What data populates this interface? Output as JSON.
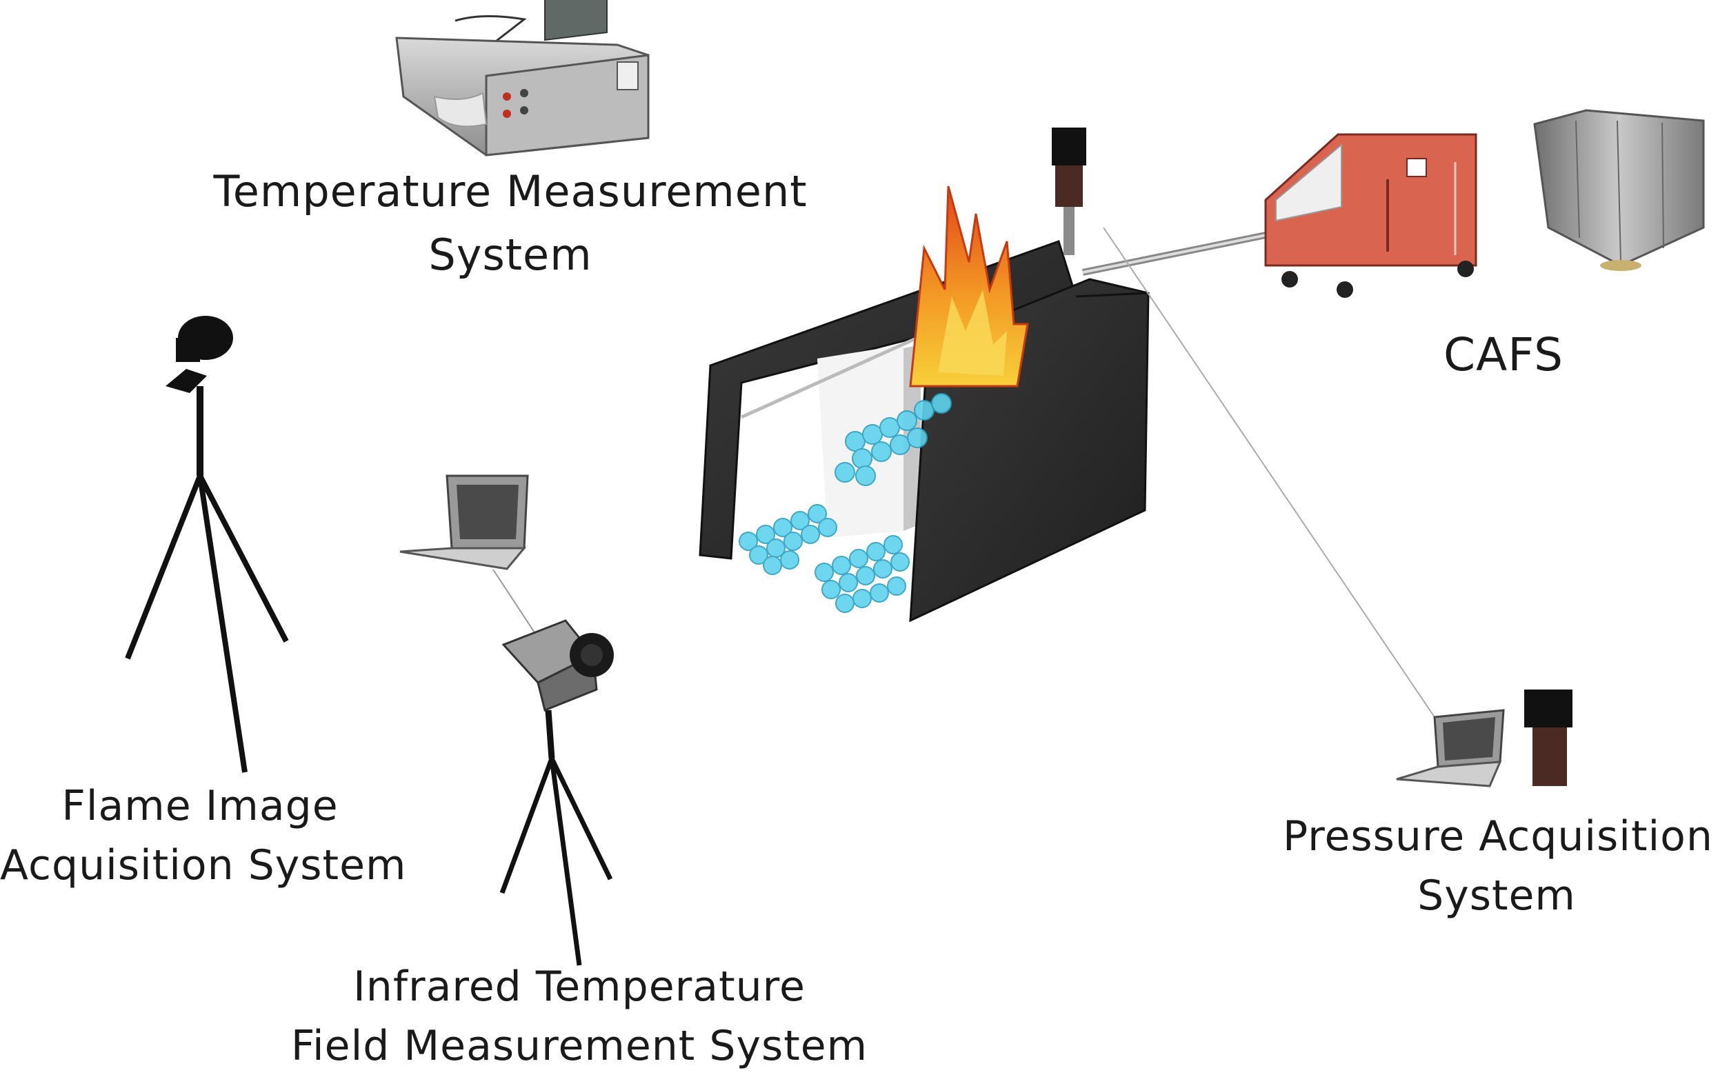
{
  "labels": {
    "temperature_measurement": {
      "line1": "Temperature Measurement",
      "line2": "System"
    },
    "flame_image_acquisition": {
      "line1": "Flame Image",
      "line2": "Acquisition System"
    },
    "infrared_temperature_field": {
      "line1": "Infrared Temperature",
      "line2": "Field Measurement System"
    },
    "pressure_acquisition": {
      "line1": "Pressure Acquisition",
      "line2": "System"
    },
    "cafs": "CAFS"
  },
  "colors": {
    "enclosure": "#2b2b2b",
    "flame_outer": "#e85a1a",
    "flame_inner": "#f7b52c",
    "foam_droplets": "#5fd3ee",
    "cafs_unit": "#d96550",
    "equipment_gray": "#9a9a9a",
    "tripod": "#111111"
  }
}
